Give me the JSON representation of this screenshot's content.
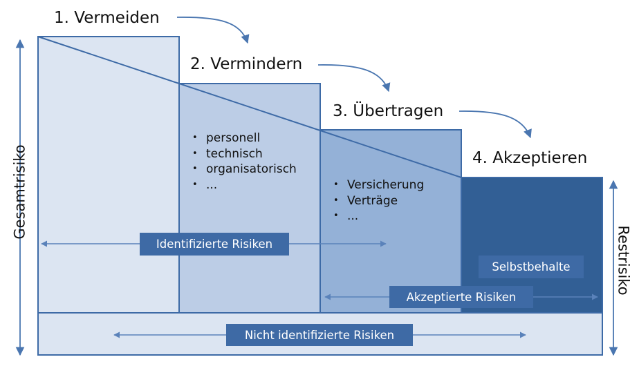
{
  "steps": {
    "s1": "1. Vermeiden",
    "s2": "2. Vermindern",
    "s3": "3. Übertragen",
    "s4": "4. Akzeptieren"
  },
  "reduce_items": [
    "personell",
    "technisch",
    "organisatorisch",
    "..."
  ],
  "transfer_items": [
    "Versicherung",
    "Verträge",
    "..."
  ],
  "labels": {
    "identified": "Identifizierte Risiken",
    "accepted": "Akzeptierte Risiken",
    "not_identified": "Nicht identifizierte Risiken",
    "deductible": "Selbstbehalte"
  },
  "axes": {
    "left": "Gesamtrisiko",
    "right": "Restrisiko"
  },
  "colors": {
    "col1": "#dce5f2",
    "col2": "#bccde6",
    "col3": "#94b1d7",
    "col4": "#325f95",
    "bottom_band": "#dce5f2",
    "stroke": "#3d6aa6",
    "label_box": "#3e6aa5"
  }
}
